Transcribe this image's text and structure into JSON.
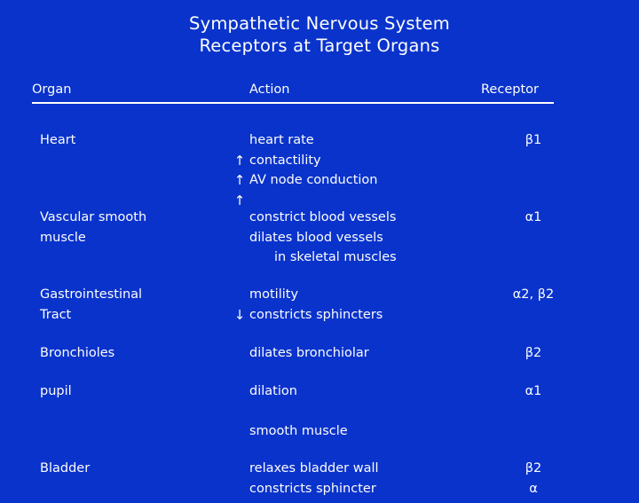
{
  "title": {
    "line1": "Sympathetic Nervous System",
    "line2": "Receptors at Target Organs"
  },
  "table": {
    "headers": {
      "organ": "Organ",
      "action": "Action",
      "receptor": "Receptor"
    },
    "rows": [
      {
        "organ_lines": [
          "Heart"
        ],
        "arrows": [
          "",
          "↑",
          "↑",
          "↑"
        ],
        "action_lines": [
          "heart rate",
          "contactility",
          " AV node conduction",
          ""
        ],
        "receptor_lines": [
          "β1"
        ]
      },
      {
        "organ_lines": [
          "Vascular smooth",
          "muscle"
        ],
        "arrows": [],
        "action_lines": [
          "constrict blood vessels",
          "dilates blood vessels",
          "in skeletal muscles"
        ],
        "receptor_lines": [
          "α1"
        ]
      },
      {
        "organ_lines": [
          "Gastrointestinal",
          "Tract"
        ],
        "arrows": [
          "",
          "↓"
        ],
        "action_lines": [
          "motility",
          "constricts sphincters"
        ],
        "receptor_lines": [
          "α2, β2"
        ]
      },
      {
        "organ_lines": [
          "Bronchioles"
        ],
        "arrows": [],
        "action_lines": [
          "dilates bronchiolar"
        ],
        "receptor_lines": [
          "β2"
        ]
      },
      {
        "organ_lines": [
          "pupil"
        ],
        "arrows": [],
        "action_lines": [
          "dilation",
          "",
          "smooth muscle"
        ],
        "receptor_lines": [
          "α1"
        ]
      },
      {
        "organ_lines": [
          "Bladder"
        ],
        "arrows": [],
        "action_lines": [
          "relaxes bladder wall",
          "constricts sphincter"
        ],
        "receptor_lines": [
          "β2",
          "α"
        ]
      }
    ]
  },
  "colors": {
    "background": "#0a33cc",
    "text": "#fdfdfa"
  }
}
